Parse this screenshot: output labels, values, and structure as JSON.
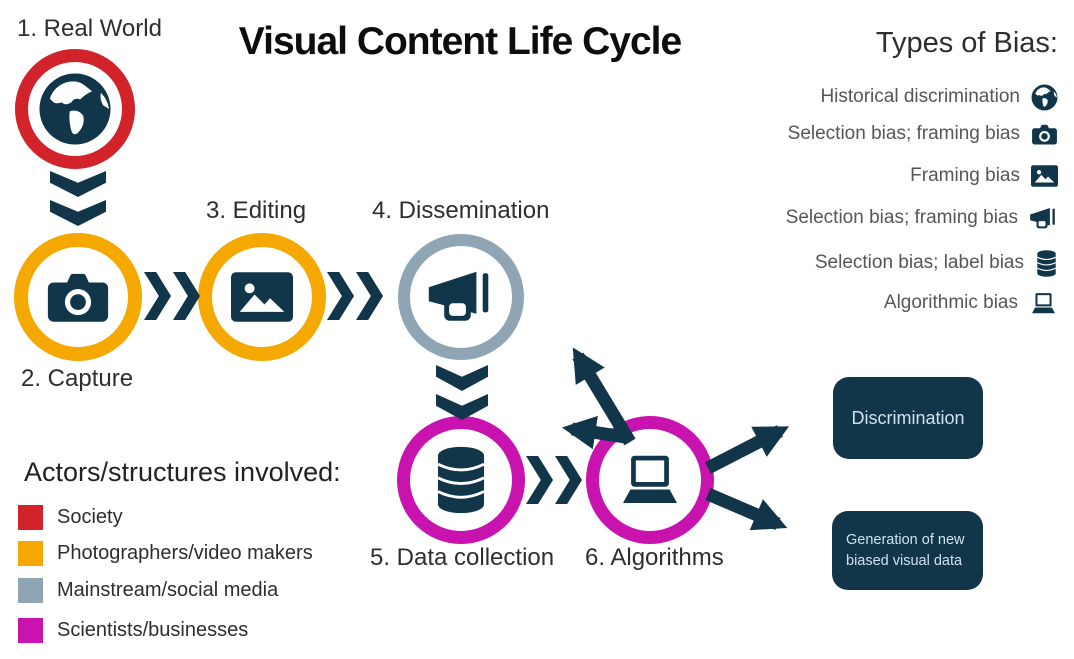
{
  "title": "Visual Content Life Cycle",
  "palette": {
    "navy": "#113549",
    "red": "#d2232a",
    "yellow": "#f5a800",
    "blue_gray": "#8fa5b4",
    "magenta": "#c913ae"
  },
  "stages": [
    {
      "label": "1. Real World",
      "icon": "globe-icon",
      "color": "#d2232a"
    },
    {
      "label": "2. Capture",
      "icon": "camera-icon",
      "color": "#f5a800"
    },
    {
      "label": "3. Editing",
      "icon": "picture-icon",
      "color": "#f5a800"
    },
    {
      "label": "4. Dissemination",
      "icon": "megaphone-icon",
      "color": "#8fa5b4"
    },
    {
      "label": "5. Data collection",
      "icon": "database-icon",
      "color": "#c913ae"
    },
    {
      "label": "6. Algorithms",
      "icon": "laptop-icon",
      "color": "#c913ae"
    }
  ],
  "bias_panel": {
    "title": "Types of Bias:",
    "items": [
      {
        "label": "Historical discrimination",
        "icon": "globe-icon"
      },
      {
        "label": "Selection bias; framing bias",
        "icon": "camera-icon"
      },
      {
        "label": "Framing bias",
        "icon": "picture-icon"
      },
      {
        "label": "Selection bias; framing bias",
        "icon": "megaphone-icon"
      },
      {
        "label": "Selection bias; label bias",
        "icon": "database-icon"
      },
      {
        "label": "Algorithmic bias",
        "icon": "laptop-icon"
      }
    ]
  },
  "legend": {
    "title": "Actors/structures involved:",
    "items": [
      {
        "label": "Society",
        "color": "#d2232a"
      },
      {
        "label": "Photographers/video makers",
        "color": "#f5a800"
      },
      {
        "label": "Mainstream/social media",
        "color": "#8fa5b4"
      },
      {
        "label": "Scientists/businesses",
        "color": "#c913ae"
      }
    ]
  },
  "outcomes": [
    {
      "label": "Discrimination"
    },
    {
      "label": "Generation of new biased visual data"
    }
  ]
}
